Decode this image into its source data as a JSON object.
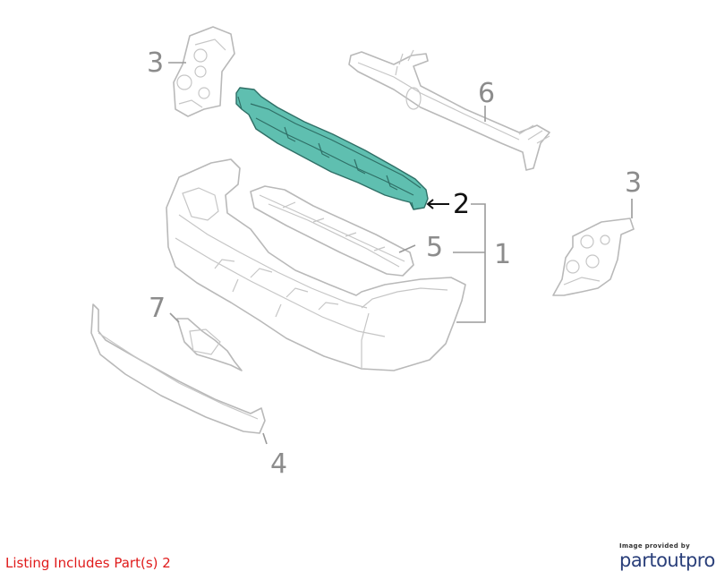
{
  "callouts": {
    "c1": "1",
    "c2": "2",
    "c3_left": "3",
    "c3_right": "3",
    "c4": "4",
    "c5": "5",
    "c6": "6",
    "c7": "7"
  },
  "highlighted_part": "2",
  "listing_note": "Listing Includes Part(s) 2",
  "provider": {
    "caption": "Image provided by",
    "brand": "partoutpro"
  },
  "colors": {
    "highlight_fill": "#5fbfb0",
    "callout_gray": "#8c8c8c",
    "note_red": "#e01b1b",
    "brand_blue": "#2a3f7a"
  }
}
